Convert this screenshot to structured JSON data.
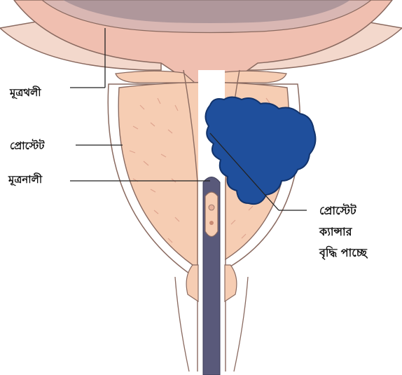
{
  "labels": {
    "bladder": "মূত্রথলী",
    "prostate": "প্রোস্টেট",
    "urethra": "মূত্রনালী",
    "cancer_line1": "প্রোস্টেট",
    "cancer_line2": "ক্যান্সার",
    "cancer_line3": "বৃদ্ধি পাচ্ছে"
  },
  "colors": {
    "tissue_fill": "#f6cdb3",
    "bladder_fill": "#f0bfb0",
    "tumor_fill": "#1f4f9c",
    "urethra_dark": "#59597a",
    "outline": "#8a6a60",
    "leader_line": "#222222"
  }
}
